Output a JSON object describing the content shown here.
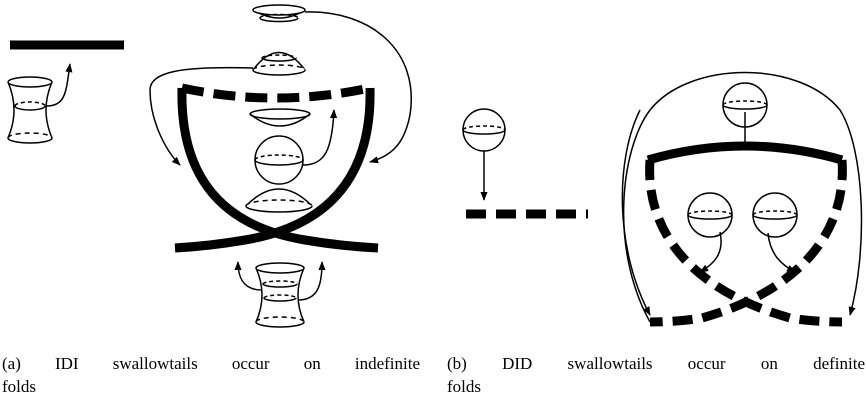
{
  "captions": {
    "a": {
      "line1": "(a) IDI swallowtails occur on indefinite",
      "line2": "folds"
    },
    "b": {
      "line1": "(b) DID swallowtails occur on definite",
      "line2": "folds"
    }
  },
  "colors": {
    "ink": "#000000",
    "paper": "#ffffff"
  }
}
